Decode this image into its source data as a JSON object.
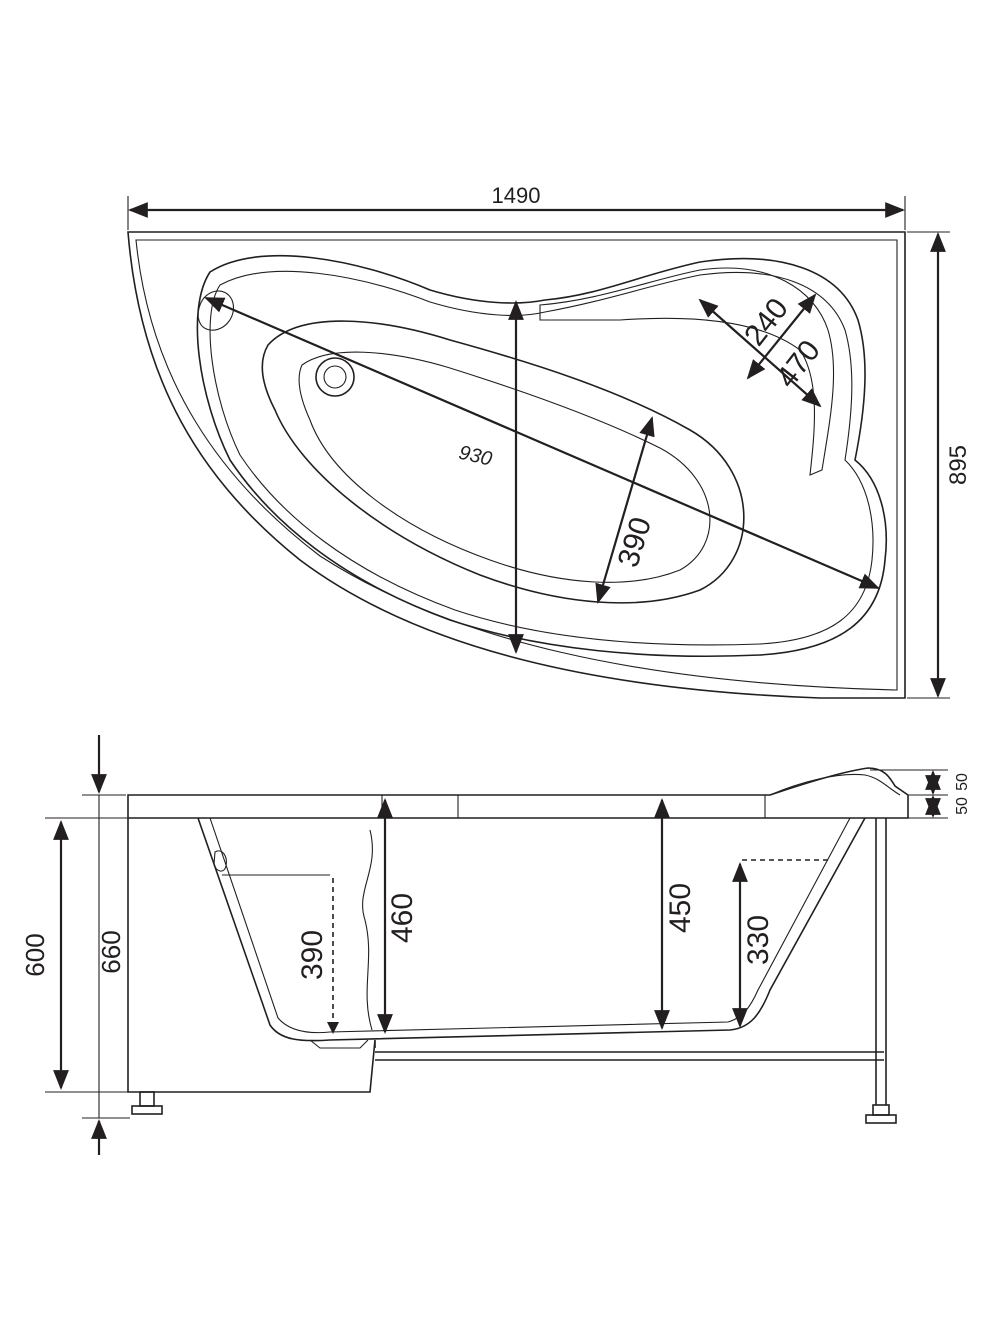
{
  "top_view": {
    "width_label": "1490",
    "depth_label": "895",
    "diagonal_label": "930",
    "basin_width_label": "390",
    "seat_width_label": "240",
    "seat_length_label": "470"
  },
  "side_view": {
    "height_600_label": "600",
    "height_660_label": "660",
    "depth_460_label": "460",
    "depth_450_label": "450",
    "depth_390_label": "390",
    "depth_330_label": "330",
    "rim_label_a": "50",
    "rim_label_b": "50"
  },
  "colors": {
    "ink": "#231f20",
    "background": "#ffffff"
  }
}
